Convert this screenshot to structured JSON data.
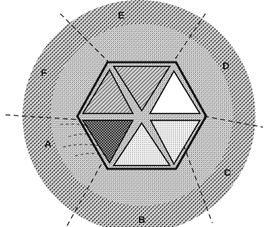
{
  "labels": {
    "A": "A",
    "B": "B",
    "C": "C",
    "D": "D",
    "E": "E",
    "F": "F"
  },
  "colors": {
    "ink": "#111111",
    "paper": "#ffffff",
    "disc_stipple": "#8a8a8a",
    "ring_hatch": "#444444"
  }
}
